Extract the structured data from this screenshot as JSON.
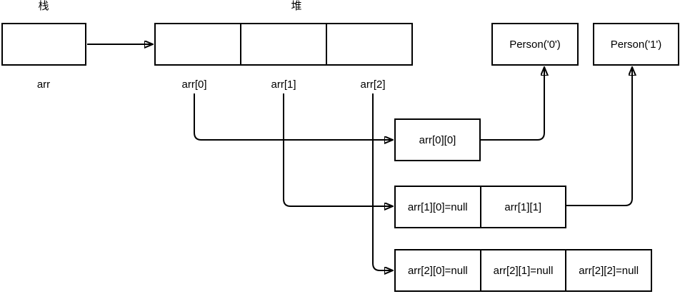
{
  "diagram": {
    "title_area": {
      "stack_label": "栈",
      "heap_label": "堆"
    },
    "stack": {
      "variable_label": "arr",
      "box_content": ""
    },
    "heap_array": {
      "pointer_labels": [
        "arr[0]",
        "arr[1]",
        "arr[2]"
      ]
    },
    "person_objects": [
      {
        "label": "Person('0')"
      },
      {
        "label": "Person('1')"
      }
    ],
    "rows": [
      {
        "cells": [
          "arr[0][0]"
        ]
      },
      {
        "cells": [
          "arr[1][0]=null",
          "arr[1][1]"
        ]
      },
      {
        "cells": [
          "arr[2][0]=null",
          "arr[2][1]=null",
          "arr[2][2]=null"
        ]
      }
    ],
    "colors": {
      "line": "#000000",
      "background": "#ffffff",
      "text": "#000000"
    }
  }
}
